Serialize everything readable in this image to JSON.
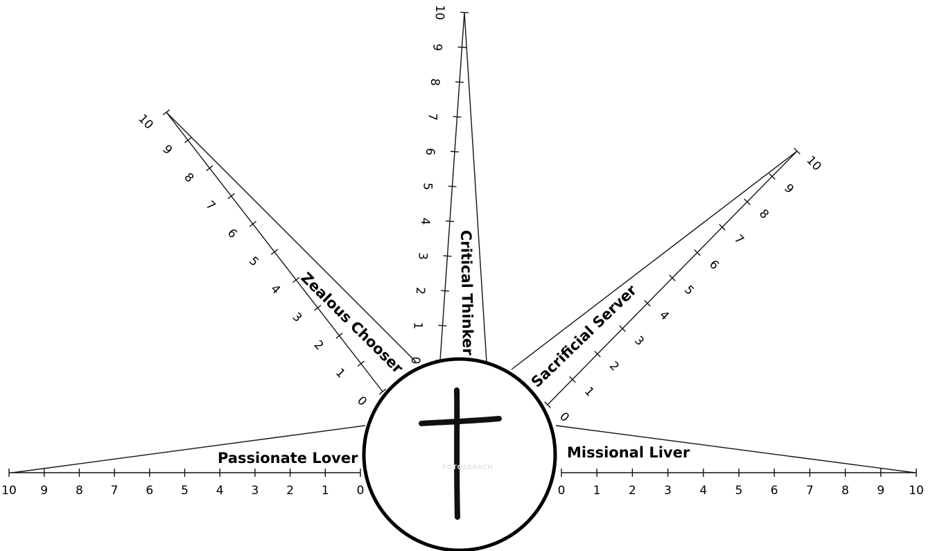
{
  "diagram": {
    "scales": [
      {
        "label": "Passionate Lover",
        "ticks": [
          "0",
          "1",
          "2",
          "3",
          "4",
          "5",
          "6",
          "7",
          "8",
          "9",
          "10"
        ]
      },
      {
        "label": "Zealous Chooser",
        "ticks": [
          "0",
          "1",
          "2",
          "3",
          "4",
          "5",
          "6",
          "7",
          "8",
          "9",
          "10"
        ]
      },
      {
        "label": "Critical Thinker",
        "ticks": [
          "0",
          "1",
          "2",
          "3",
          "4",
          "5",
          "6",
          "7",
          "8",
          "9",
          "10"
        ]
      },
      {
        "label": "Sacrificial Server",
        "ticks": [
          "0",
          "1",
          "2",
          "3",
          "4",
          "5",
          "6",
          "7",
          "8",
          "9",
          "10"
        ]
      },
      {
        "label": "Missional Liver",
        "ticks": [
          "0",
          "1",
          "2",
          "3",
          "4",
          "5",
          "6",
          "7",
          "8",
          "9",
          "10"
        ]
      }
    ],
    "center": {
      "image": "cross-icon",
      "watermark": "FOTOSEARCH"
    }
  }
}
